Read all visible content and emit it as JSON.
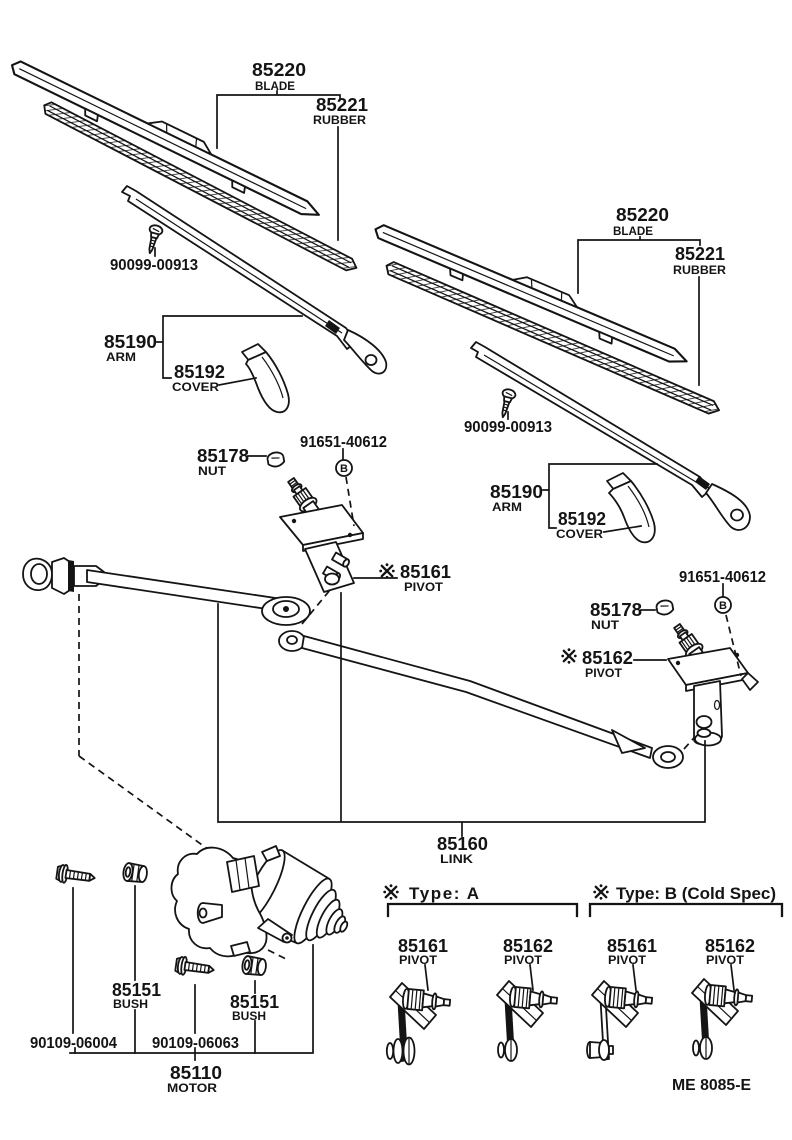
{
  "doc": {
    "background": "#ffffff",
    "ink": "#141414"
  },
  "callouts": {
    "blade_left": {
      "number": "85220",
      "name": "BLADE"
    },
    "rubber_left": {
      "number": "85221",
      "name": "RUBBER"
    },
    "screw_left": {
      "number": "90099-00913"
    },
    "arm_left": {
      "number": "85190",
      "name": "ARM"
    },
    "cover_left": {
      "number": "85192",
      "name": "COVER"
    },
    "nut_left": {
      "number": "85178",
      "name": "NUT"
    },
    "bolt_left": {
      "number": "91651-40612",
      "badge": "B"
    },
    "pivot_left": {
      "marker": "※",
      "number": "85161",
      "name": "PIVOT"
    },
    "blade_right": {
      "number": "85220",
      "name": "BLADE"
    },
    "rubber_right": {
      "number": "85221",
      "name": "RUBBER"
    },
    "screw_right": {
      "number": "90099-00913"
    },
    "arm_right": {
      "number": "85190",
      "name": "ARM"
    },
    "cover_right": {
      "number": "85192",
      "name": "COVER"
    },
    "nut_right": {
      "number": "85178",
      "name": "NUT"
    },
    "bolt_right": {
      "number": "91651-40612",
      "badge": "B"
    },
    "pivot_right": {
      "marker": "※",
      "number": "85162",
      "name": "PIVOT"
    },
    "link": {
      "number": "85160",
      "name": "LINK"
    },
    "bush_front": {
      "number": "85151",
      "name": "BUSH"
    },
    "bush_rear": {
      "number": "85151",
      "name": "BUSH"
    },
    "bolt_front": {
      "number": "90109-06004"
    },
    "bolt_rear": {
      "number": "90109-06063"
    },
    "motor": {
      "number": "85110",
      "name": "MOTOR"
    }
  },
  "variant_sections": {
    "type_a": {
      "marker": "※",
      "label": "Type:  A"
    },
    "type_b": {
      "marker": "※",
      "label": "Type:  B (Cold Spec)"
    },
    "items": [
      {
        "number": "85161",
        "name": "PIVOT"
      },
      {
        "number": "85162",
        "name": "PIVOT"
      },
      {
        "number": "85161",
        "name": "PIVOT"
      },
      {
        "number": "85162",
        "name": "PIVOT"
      }
    ]
  },
  "footer": {
    "drawing_code": "ME 8085-E"
  }
}
